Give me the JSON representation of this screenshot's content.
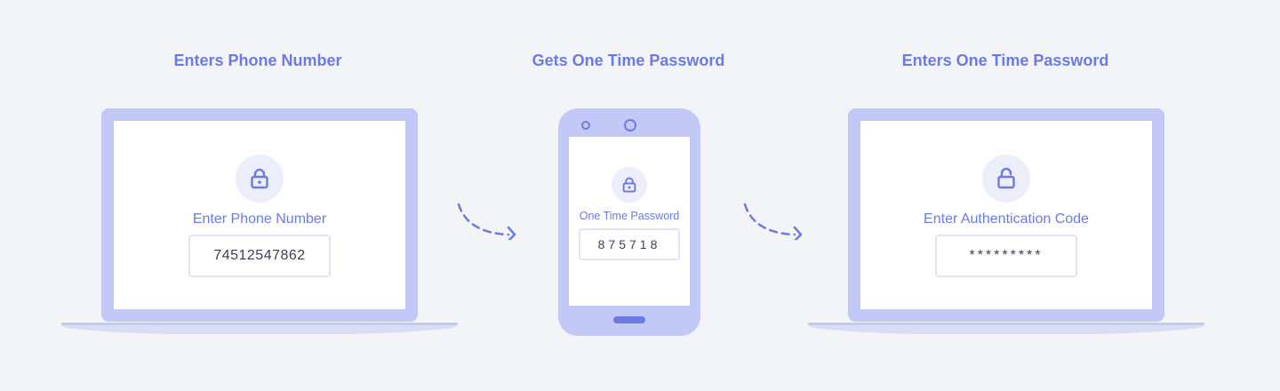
{
  "steps": [
    {
      "title": "Enters Phone Number",
      "label": "Enter Phone Number",
      "value": "74512547862"
    },
    {
      "title": "Gets One Time Password",
      "label": "One Time Password",
      "value": "875718"
    },
    {
      "title": "Enters One Time Password",
      "label": "Enter Authentication Code",
      "value": "*********"
    }
  ],
  "icons": {
    "step1": "lock-closed-icon",
    "step2": "lock-closed-icon",
    "step3": "lock-open-icon",
    "arrows": "dashed-arrow-icon"
  },
  "colors": {
    "background": "#f3f4f8",
    "accent": "#6b7be2",
    "device": "#c2c9f6",
    "icon_circle": "#eceefb",
    "field_border": "#e0e4f6",
    "field_text": "#3b4256"
  }
}
